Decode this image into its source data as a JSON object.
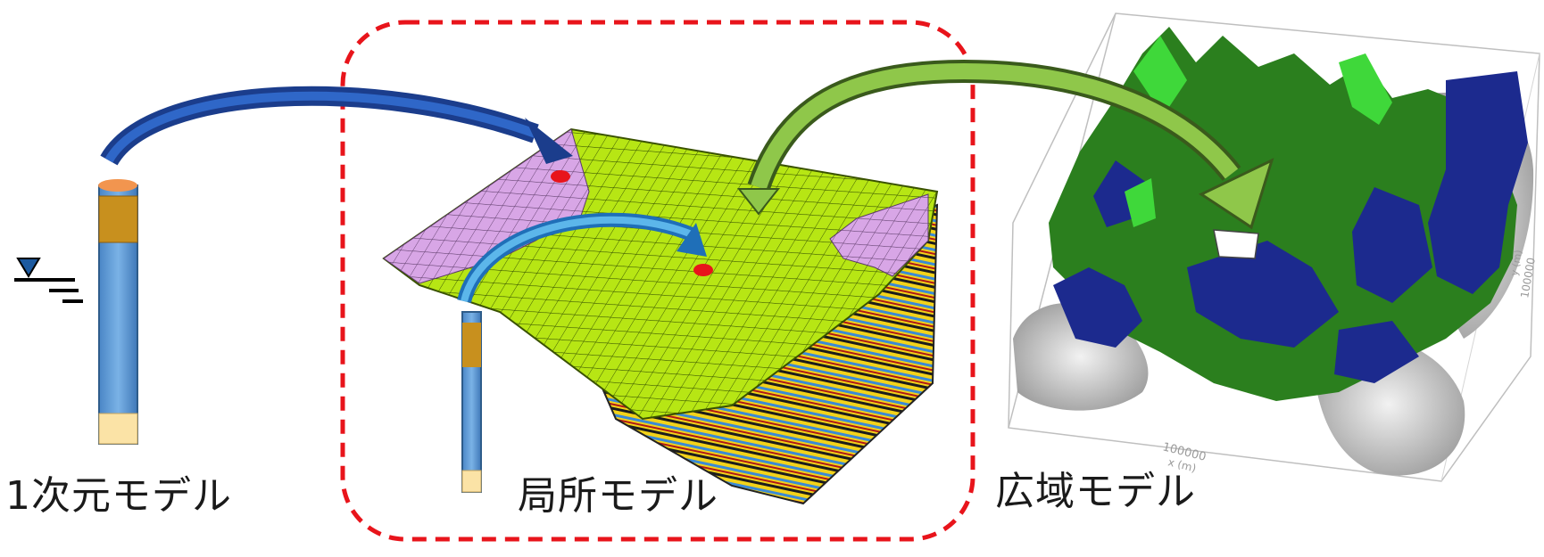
{
  "labels": {
    "one_dimensional": "1次元モデル",
    "local": "局所モデル",
    "wide_area": "広域モデル"
  },
  "wide_axis": {
    "x_tick": "100000",
    "x_title": "x (m)",
    "y_tick": "100000",
    "y_title": "y (m)"
  },
  "colors": {
    "dashed_border": "#e8141b",
    "arrow_blue": "#1b3d8c",
    "arrow_light_blue": "#3aa0d8",
    "arrow_green": "#8fc74a",
    "grid_yellow_green": "#b7e614",
    "grid_pink": "#d8a6e6",
    "column_blue": "#5b9bd5",
    "column_brown": "#c8901e",
    "column_cream": "#fbe3a6",
    "column_cap": "#f2954f",
    "terrain_green": "#2b7f1e",
    "terrain_navy": "#1c2a8e",
    "terrain_light_green": "#3fd83a",
    "terrain_gray": "#c9c9c9"
  }
}
